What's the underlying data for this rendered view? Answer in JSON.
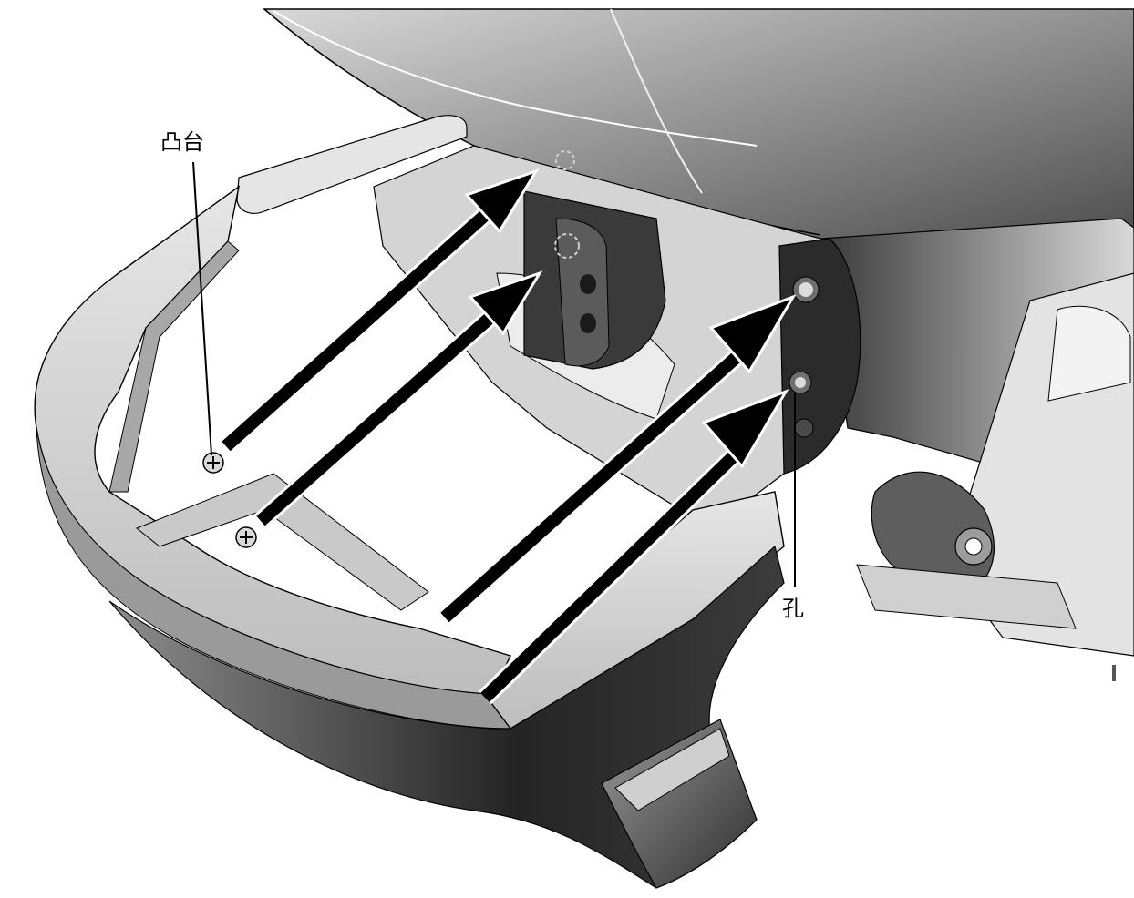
{
  "labels": {
    "boss": "凸台",
    "hole": "孔"
  },
  "colors": {
    "ink": "#000000",
    "light_part": "#d6d6d6",
    "mid_part": "#8f8f8f",
    "dark_part": "#2f2f2f",
    "background": "#ffffff"
  },
  "icons": {
    "arrow": "assembly-direction-arrow",
    "screw": "phillips-screw-icon"
  }
}
